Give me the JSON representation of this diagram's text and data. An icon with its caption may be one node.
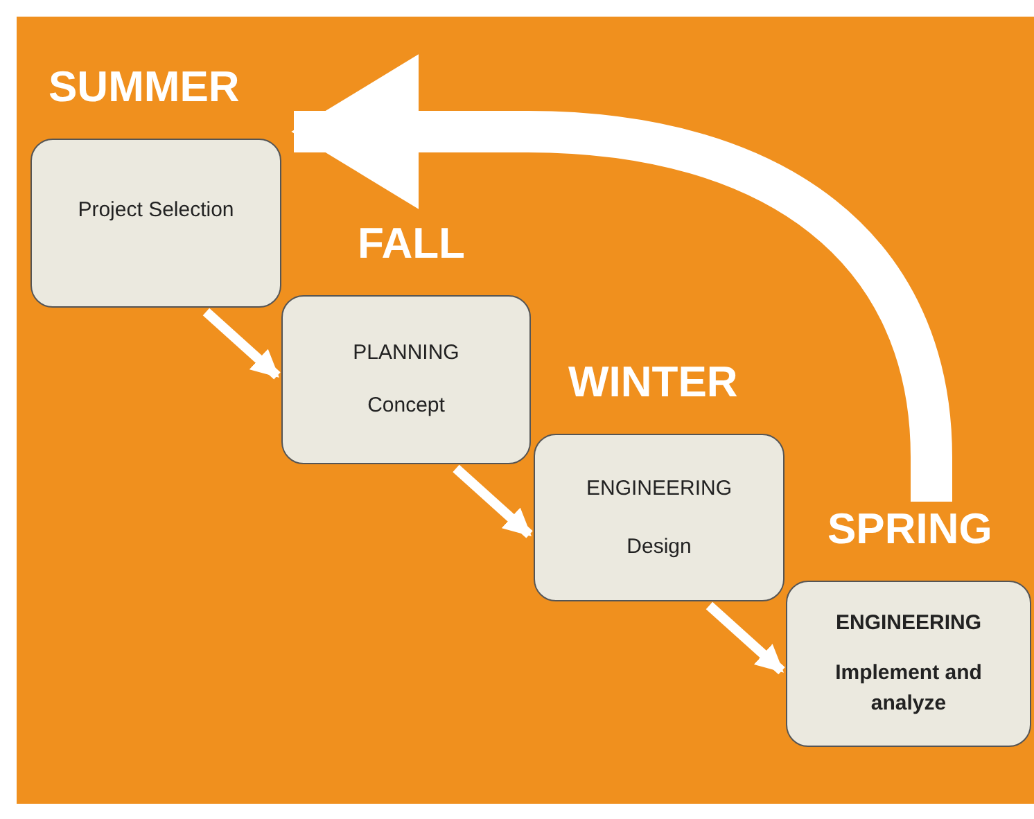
{
  "diagram": {
    "nodes": [
      {
        "text": [
          "SUMMER",
          "Project Selection"
        ]
      },
      {
        "text": [
          "FALL",
          "PLANNING",
          "Concept"
        ]
      },
      {
        "text": [
          "WINTER",
          "ENGINEERING",
          "Design"
        ]
      },
      {
        "text": [
          "SPRING",
          "ENGINEERING",
          "Implement and analyze"
        ]
      }
    ],
    "edges": [
      {
        "from": 0,
        "to": 1,
        "arrow": "to"
      },
      {
        "from": 1,
        "to": 2,
        "arrow": "to"
      },
      {
        "from": 2,
        "to": 3,
        "arrow": "to"
      },
      {
        "from": 3,
        "to": 0,
        "arrow": "to",
        "style": "thick"
      }
    ]
  }
}
